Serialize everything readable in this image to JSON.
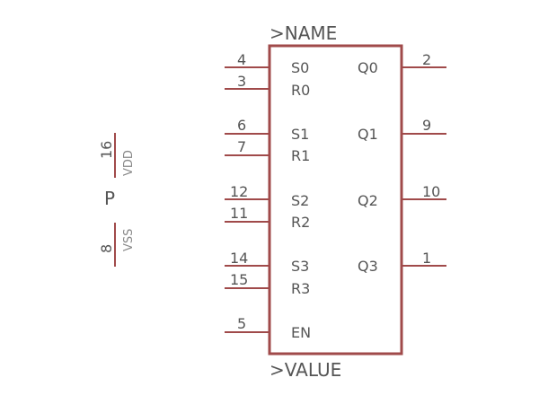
{
  "symbol": {
    "name_label": ">NAME",
    "value_label": ">VALUE",
    "accent_color": "#a04a4a",
    "left_pins": [
      {
        "num": "4",
        "name": "S0"
      },
      {
        "num": "3",
        "name": "R0"
      },
      {
        "num": "6",
        "name": "S1"
      },
      {
        "num": "7",
        "name": "R1"
      },
      {
        "num": "12",
        "name": "S2"
      },
      {
        "num": "11",
        "name": "R2"
      },
      {
        "num": "14",
        "name": "S3"
      },
      {
        "num": "15",
        "name": "R3"
      },
      {
        "num": "5",
        "name": "EN"
      }
    ],
    "right_pins": [
      {
        "num": "2",
        "name": "Q0"
      },
      {
        "num": "9",
        "name": "Q1"
      },
      {
        "num": "10",
        "name": "Q2"
      },
      {
        "num": "1",
        "name": "Q3"
      }
    ]
  },
  "power": {
    "part_label": "P",
    "vdd": {
      "num": "16",
      "name": "VDD"
    },
    "vss": {
      "num": "8",
      "name": "VSS"
    }
  }
}
